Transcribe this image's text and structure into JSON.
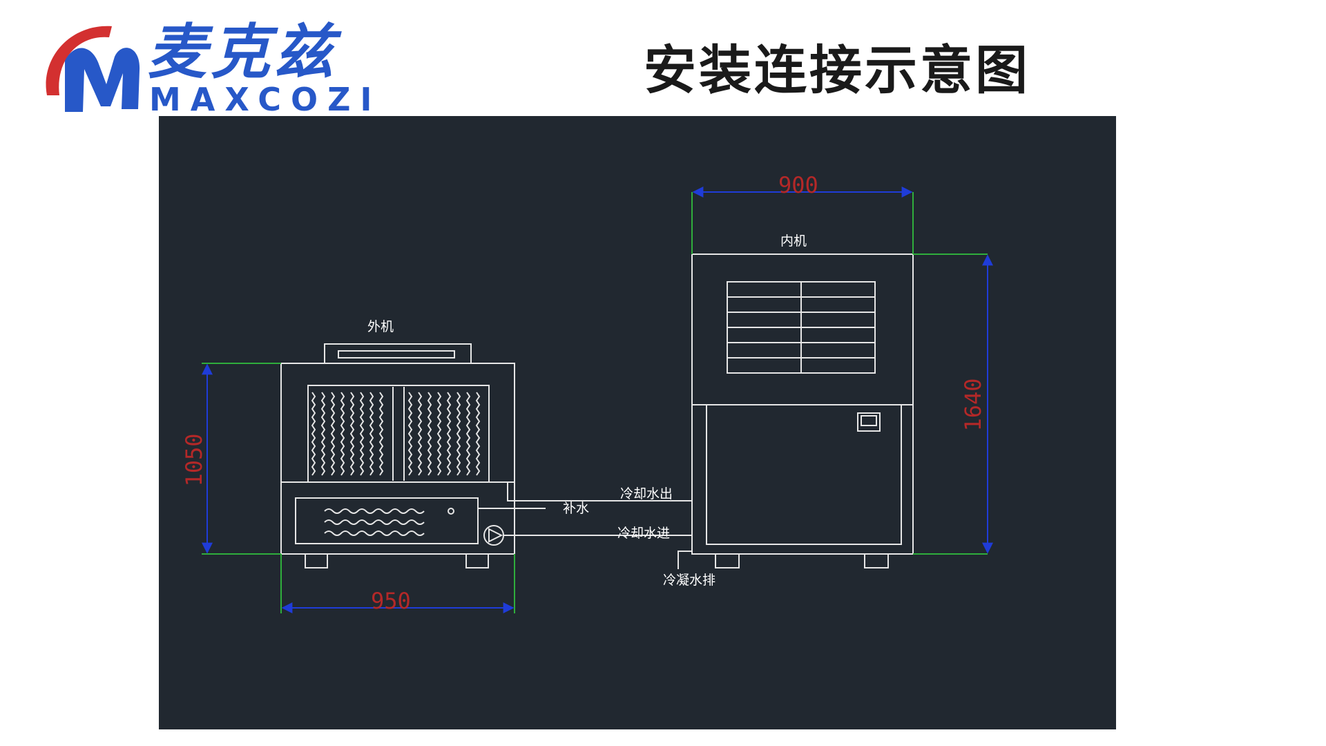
{
  "header": {
    "logo_cn": "麦克兹",
    "logo_en": "MAXCOZI",
    "title": "安装连接示意图"
  },
  "diagram": {
    "units": {
      "outdoor": {
        "label": "外机",
        "width_dim": "950",
        "height_dim": "1050"
      },
      "indoor": {
        "label": "内机",
        "width_dim": "900",
        "height_dim": "1640"
      }
    },
    "pipes": {
      "cooling_water_out": "冷却水出",
      "makeup_water": "补水",
      "cooling_water_in": "冷却水进",
      "condensate_drain": "冷凝水排"
    }
  },
  "colors": {
    "brand": "#2758c8",
    "brand_red": "#d33030",
    "background": "#212830",
    "line": "#e6e6e6",
    "dim_line": "#1f3cd8",
    "ext_line": "#2fae3c",
    "dim_text": "#b42828"
  }
}
